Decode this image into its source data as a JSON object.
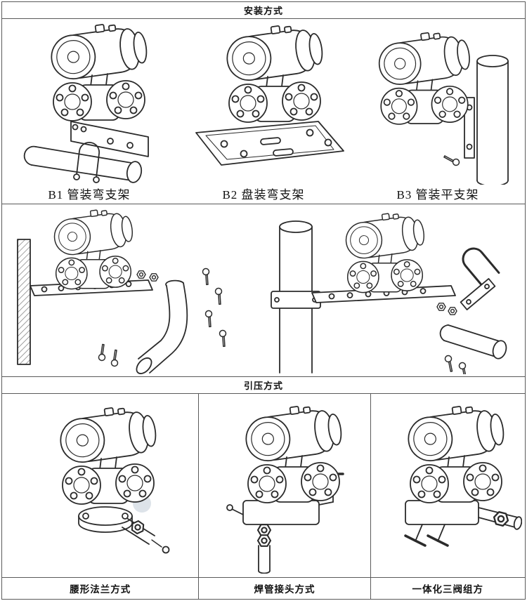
{
  "sections": {
    "installation": {
      "title": "安装方式",
      "brackets": [
        {
          "label": "B1 管装弯支架",
          "figure": "transmitter-on-pipe-mounting-bent-bracket"
        },
        {
          "label": "B2 盘装弯支架",
          "figure": "transmitter-on-panel-mounting-bent-bracket"
        },
        {
          "label": "B3 管装平支架",
          "figure": "transmitter-on-pipe-mounting-flat-bracket"
        }
      ],
      "detail_figures": [
        {
          "figure": "wall-mounted-bracket-with-bent-impulse-pipe-and-loose-bolts"
        },
        {
          "figure": "vertical-pipe-mounted-bracket-with-u-bolt-clamp-and-loose-bolts"
        }
      ]
    },
    "pressure_tapping": {
      "title": "引压方式",
      "methods": [
        {
          "label": "腰形法兰方式",
          "figure": "transmitter-with-oval-flange-connection"
        },
        {
          "label": "焊管接头方式",
          "figure": "transmitter-with-welded-pipe-joint-and-down-pipe"
        },
        {
          "label": "一体化三阀组方",
          "figure": "transmitter-with-integrated-three-valve-manifold"
        }
      ]
    }
  },
  "colors": {
    "line_art": "#2b2b2b",
    "table_border": "#5a5a5a",
    "background": "#ffffff",
    "watermark": "#dde3e9"
  }
}
